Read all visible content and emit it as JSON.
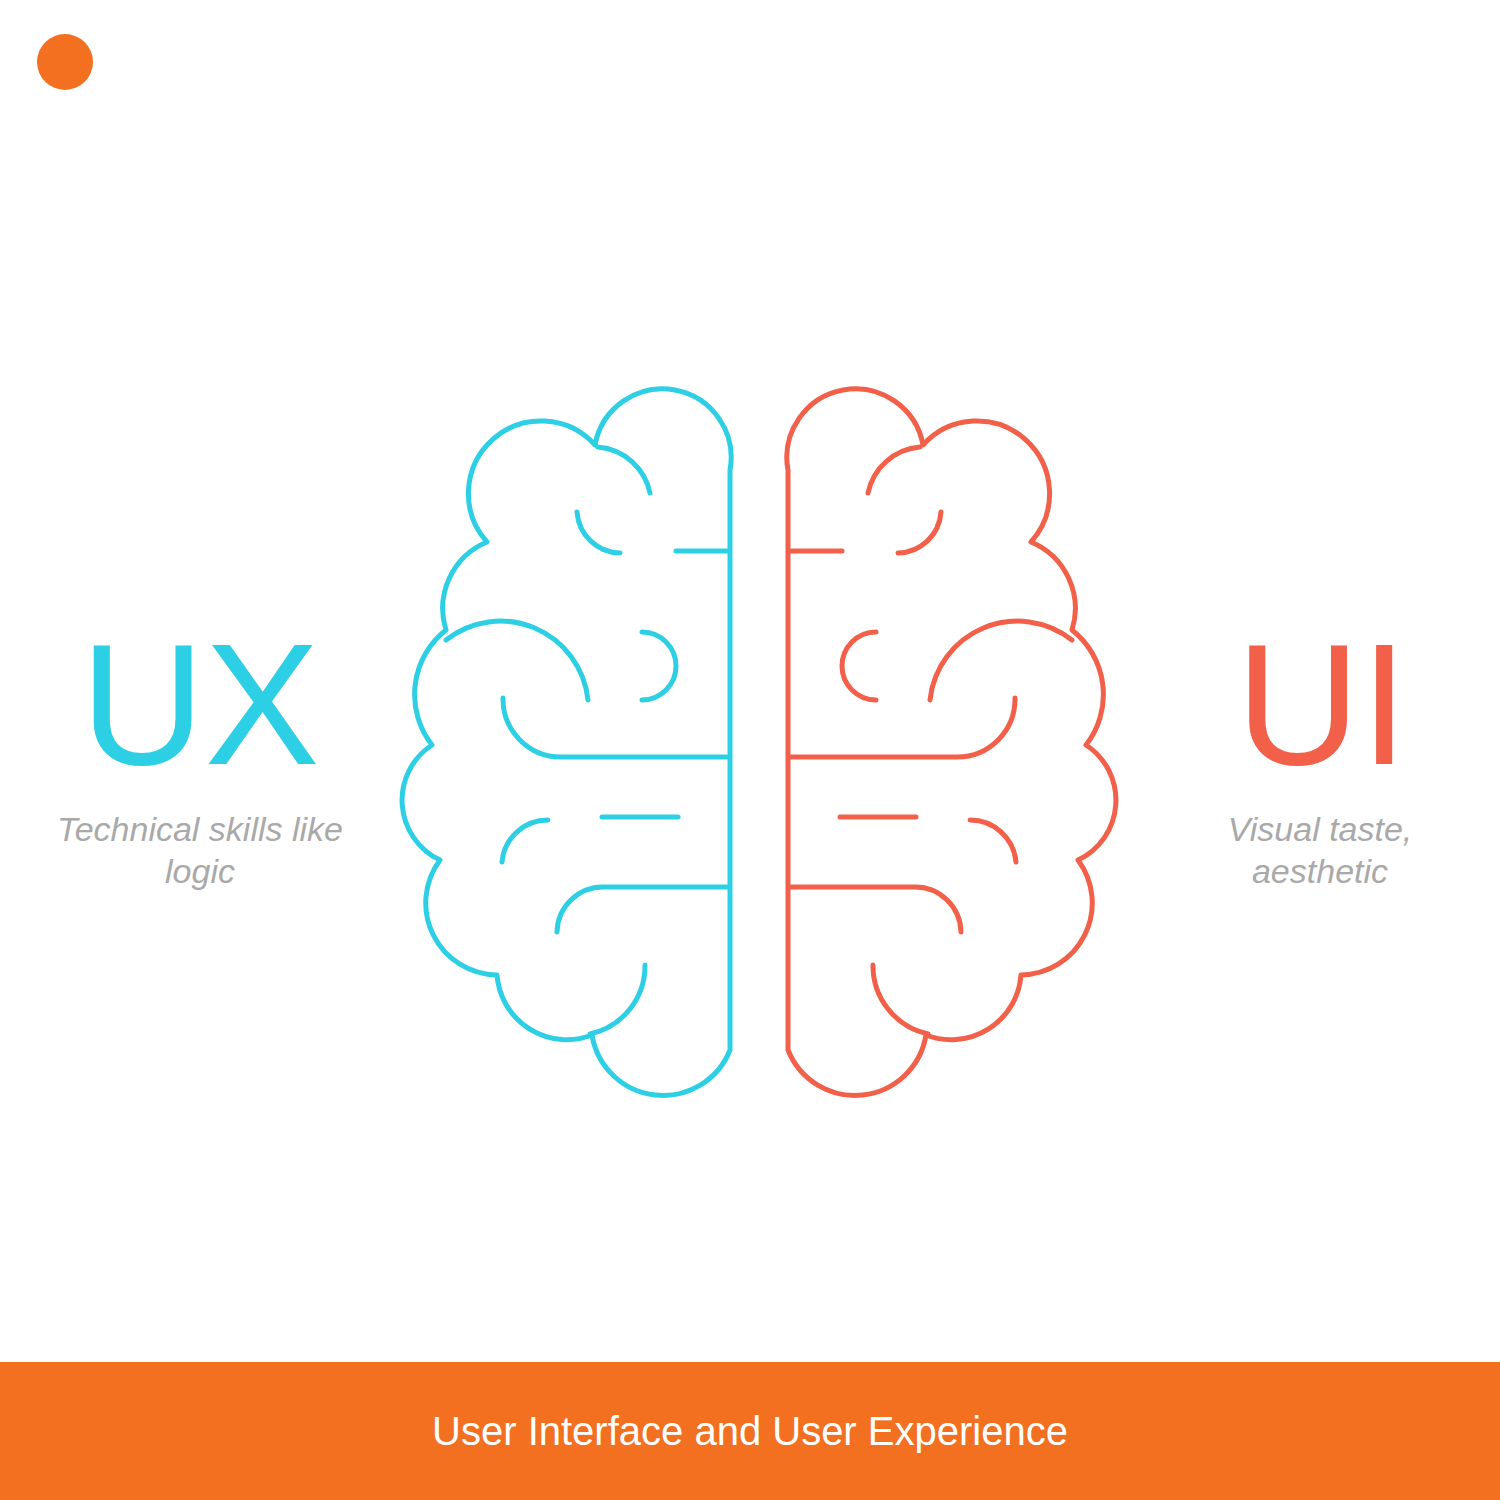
{
  "diagram": {
    "nodes": [
      {
        "text": [
          "User Interface and User Experience"
        ]
      }
    ],
    "labels": [
      "UX",
      "Technical skills like logic",
      "UI",
      "Visual taste, aesthetic"
    ]
  }
}
